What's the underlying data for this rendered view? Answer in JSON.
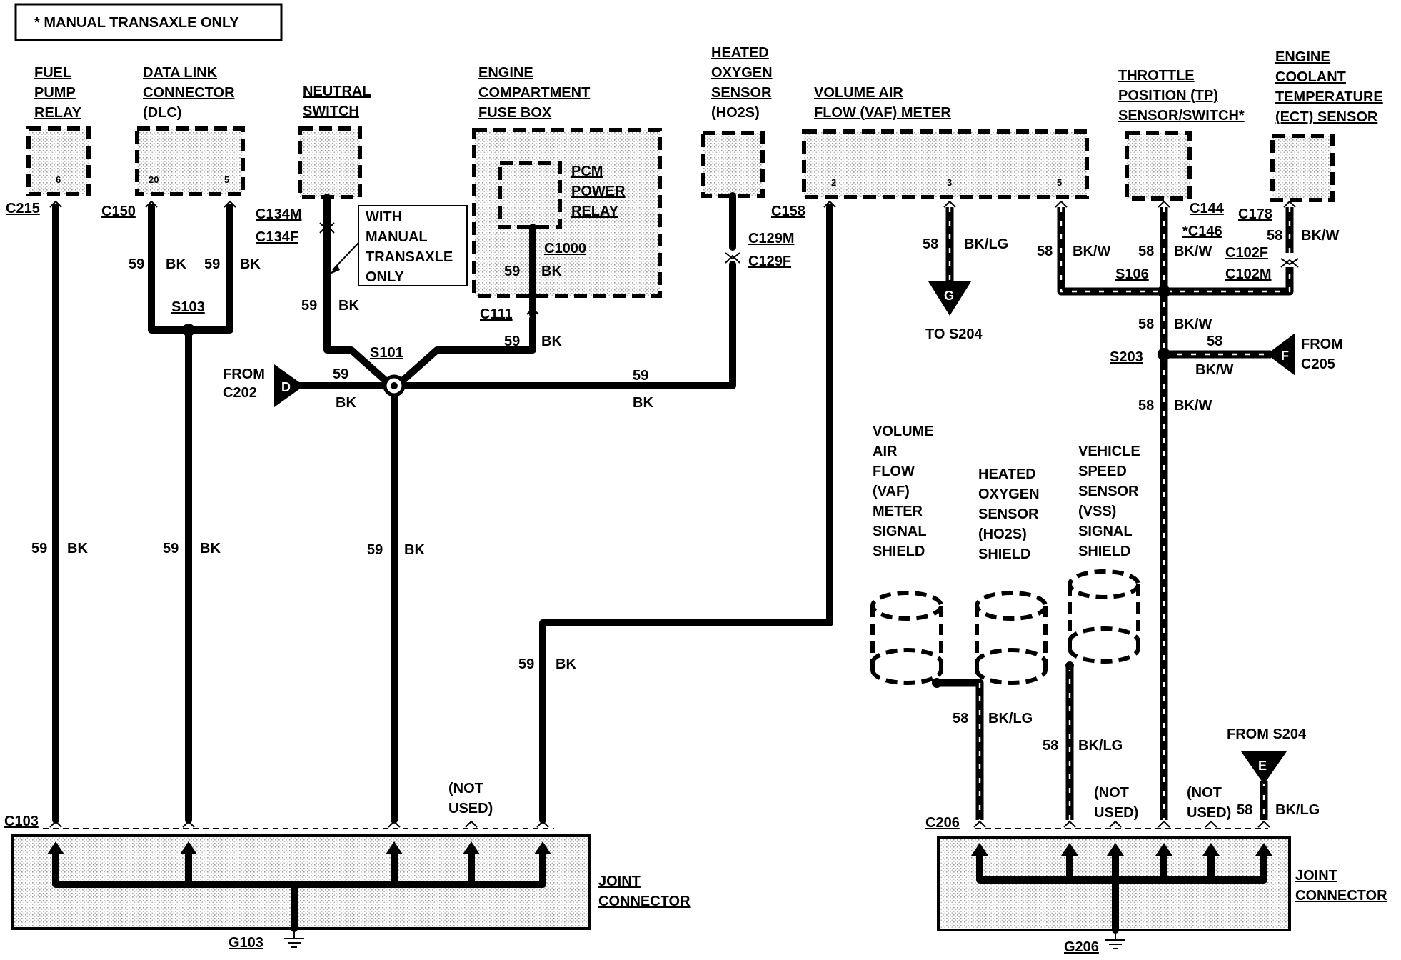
{
  "note": "*  MANUAL TRANSAXLE ONLY",
  "components": {
    "fuel_pump_relay": {
      "l1": "FUEL",
      "l2": "PUMP",
      "l3": "RELAY",
      "pin": "6",
      "conn": "C215"
    },
    "dlc": {
      "l1": "DATA LINK",
      "l2": "CONNECTOR",
      "l3": "(DLC)",
      "pin_a": "20",
      "pin_b": "5",
      "conn": "C150"
    },
    "neutral_switch": {
      "l1": "NEUTRAL",
      "l2": "SWITCH",
      "conn_m": "C134M",
      "conn_f": "C134F"
    },
    "with_mt_note": {
      "l1": "WITH",
      "l2": "MANUAL",
      "l3": "TRANSAXLE",
      "l4": "ONLY"
    },
    "fuse_box": {
      "l1": "ENGINE",
      "l2": "COMPARTMENT",
      "l3": "FUSE BOX",
      "relay_l1": "PCM",
      "relay_l2": "POWER",
      "relay_l3": "RELAY",
      "conn_relay": "C1000",
      "conn": "C111"
    },
    "ho2s": {
      "l1": "HEATED",
      "l2": "OXYGEN",
      "l3": "SENSOR",
      "l4": "(HO2S)",
      "conn_m": "C129M",
      "conn_f": "C129F"
    },
    "vaf": {
      "l1": "VOLUME AIR",
      "l2": "FLOW (VAF) METER",
      "pin_a": "2",
      "pin_b": "3",
      "pin_c": "5",
      "conn": "C158"
    },
    "tp": {
      "l1": "THROTTLE",
      "l2": "POSITION (TP)",
      "l3": "SENSOR/SWITCH*",
      "conn_a": "C144",
      "conn_b": "*C146"
    },
    "ect": {
      "l1": "ENGINE",
      "l2": "COOLANT",
      "l3": "TEMPERATURE",
      "l4": "(ECT) SENSOR",
      "conn_a": "C178",
      "conn_b": "C102F",
      "conn_c": "C102M"
    }
  },
  "splices": {
    "s103": "S103",
    "s101": "S101",
    "s106": "S106",
    "s203": "S203"
  },
  "wires": {
    "c59": "59",
    "c58": "58",
    "bk": "BK",
    "bklg": "BK/LG",
    "bkw": "BK/W"
  },
  "offpage": {
    "d": {
      "letter": "D",
      "l1": "FROM",
      "l2": "C202"
    },
    "g": {
      "letter": "G",
      "l1": "TO S204"
    },
    "f": {
      "letter": "F",
      "l1": "FROM",
      "l2": "C205"
    },
    "e": {
      "letter": "E",
      "l1": "FROM S204"
    }
  },
  "shields": {
    "vaf": {
      "l1": "VOLUME",
      "l2": "AIR",
      "l3": "FLOW",
      "l4": "(VAF)",
      "l5": "METER",
      "l6": "SIGNAL",
      "l7": "SHIELD"
    },
    "ho2s": {
      "l1": "HEATED",
      "l2": "OXYGEN",
      "l3": "SENSOR",
      "l4": "(HO2S)",
      "l5": "SHIELD"
    },
    "vss": {
      "l1": "VEHICLE",
      "l2": "SPEED",
      "l3": "SENSOR",
      "l4": "(VSS)",
      "l5": "SIGNAL",
      "l6": "SHIELD"
    }
  },
  "joint_left": {
    "l1": "JOINT",
    "l2": "CONNECTOR",
    "conn": "C103",
    "ground": "G103",
    "nu1": "(NOT",
    "nu2": "USED)"
  },
  "joint_right": {
    "l1": "JOINT",
    "l2": "CONNECTOR",
    "conn": "C206",
    "ground": "G206",
    "nu1": "(NOT",
    "nu2": "USED)"
  }
}
